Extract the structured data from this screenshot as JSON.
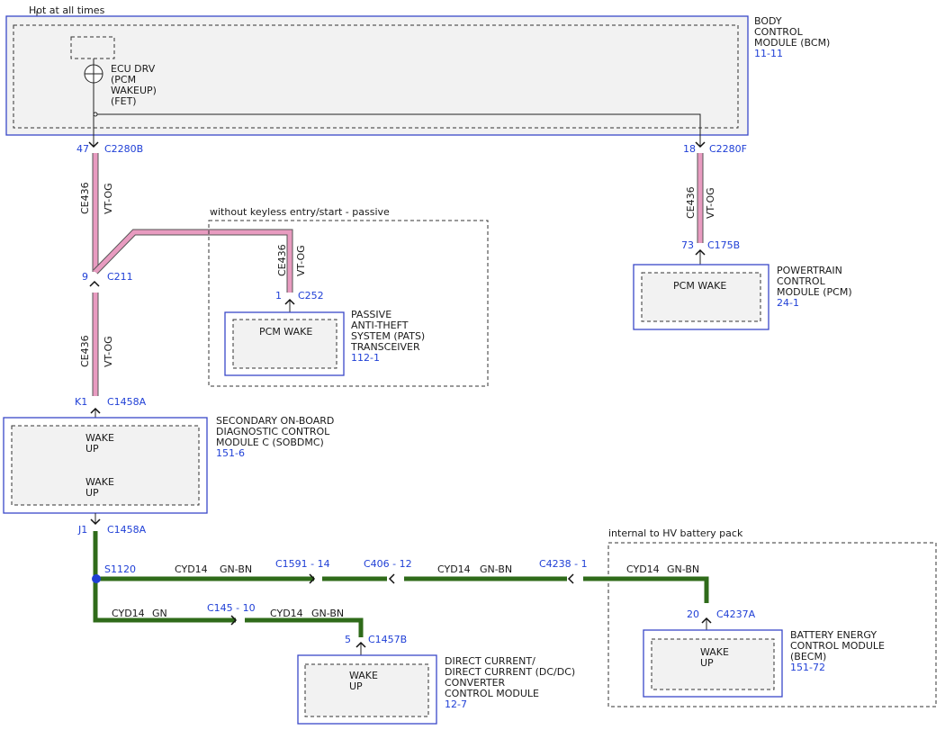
{
  "top_note": "Hot at all times",
  "bcm": {
    "name_lines": [
      "BODY",
      "CONTROL",
      "MODULE (BCM)"
    ],
    "ref": "11-11",
    "ecu_lines": [
      "ECU DRV",
      "(PCM",
      "WAKEUP)",
      "(FET)"
    ]
  },
  "connectors": {
    "c2280b": {
      "pin": "47",
      "name": "C2280B"
    },
    "c2280f": {
      "pin": "18",
      "name": "C2280F"
    },
    "c211": {
      "pin": "9",
      "name": "C211"
    },
    "c252": {
      "pin": "1",
      "name": "C252"
    },
    "c175b": {
      "pin": "73",
      "name": "C175B"
    },
    "c1458a_k1": {
      "pin": "K1",
      "name": "C1458A"
    },
    "c1458a_j1": {
      "pin": "J1",
      "name": "C1458A"
    },
    "c1591": "C1591 -  14",
    "c406": "C406 -  12",
    "c4238": "C4238 -  1",
    "c145": "C145 -  10",
    "c1457b": {
      "pin": "5",
      "name": "C1457B"
    },
    "c4237a": {
      "pin": "20",
      "name": "C4237A"
    }
  },
  "splice": "S1120",
  "wires": {
    "circuit": "CE436",
    "color_pink": "VT-OG",
    "cyd14": "CYD14",
    "gn_bn": "GN-BN",
    "gn": "GN"
  },
  "regions": {
    "keyless": "without keyless entry/start - passive",
    "hv_battery": "internal to HV battery pack"
  },
  "pats": {
    "label": "PCM WAKE",
    "name_lines": [
      "PASSIVE",
      "ANTI-THEFT",
      "SYSTEM (PATS)",
      "TRANSCEIVER"
    ],
    "ref": "112-1"
  },
  "pcm": {
    "label": "PCM WAKE",
    "name_lines": [
      "POWERTRAIN",
      "CONTROL",
      "MODULE (PCM)"
    ],
    "ref": "24-1"
  },
  "sobdmc": {
    "wake1_lines": [
      "WAKE",
      "UP"
    ],
    "wake2_lines": [
      "WAKE",
      "UP"
    ],
    "name_lines": [
      "SECONDARY ON-BOARD",
      "DIAGNOSTIC CONTROL",
      "MODULE C (SOBDMC)"
    ],
    "ref": "151-6"
  },
  "dcdc": {
    "wake_lines": [
      "WAKE",
      "UP"
    ],
    "name_lines": [
      "DIRECT CURRENT/",
      "DIRECT CURRENT (DC/DC)",
      "CONVERTER",
      "CONTROL MODULE"
    ],
    "ref": "12-7"
  },
  "becm": {
    "wake_lines": [
      "WAKE",
      "UP"
    ],
    "name_lines": [
      "BATTERY ENERGY",
      "CONTROL MODULE",
      "(BECM)"
    ],
    "ref": "151-72"
  },
  "colors": {
    "wire_pink": "#e89bc0",
    "wire_green": "#2f6b1a",
    "module_border": "#3a48c8",
    "pin_text": "#1f3fd6"
  }
}
